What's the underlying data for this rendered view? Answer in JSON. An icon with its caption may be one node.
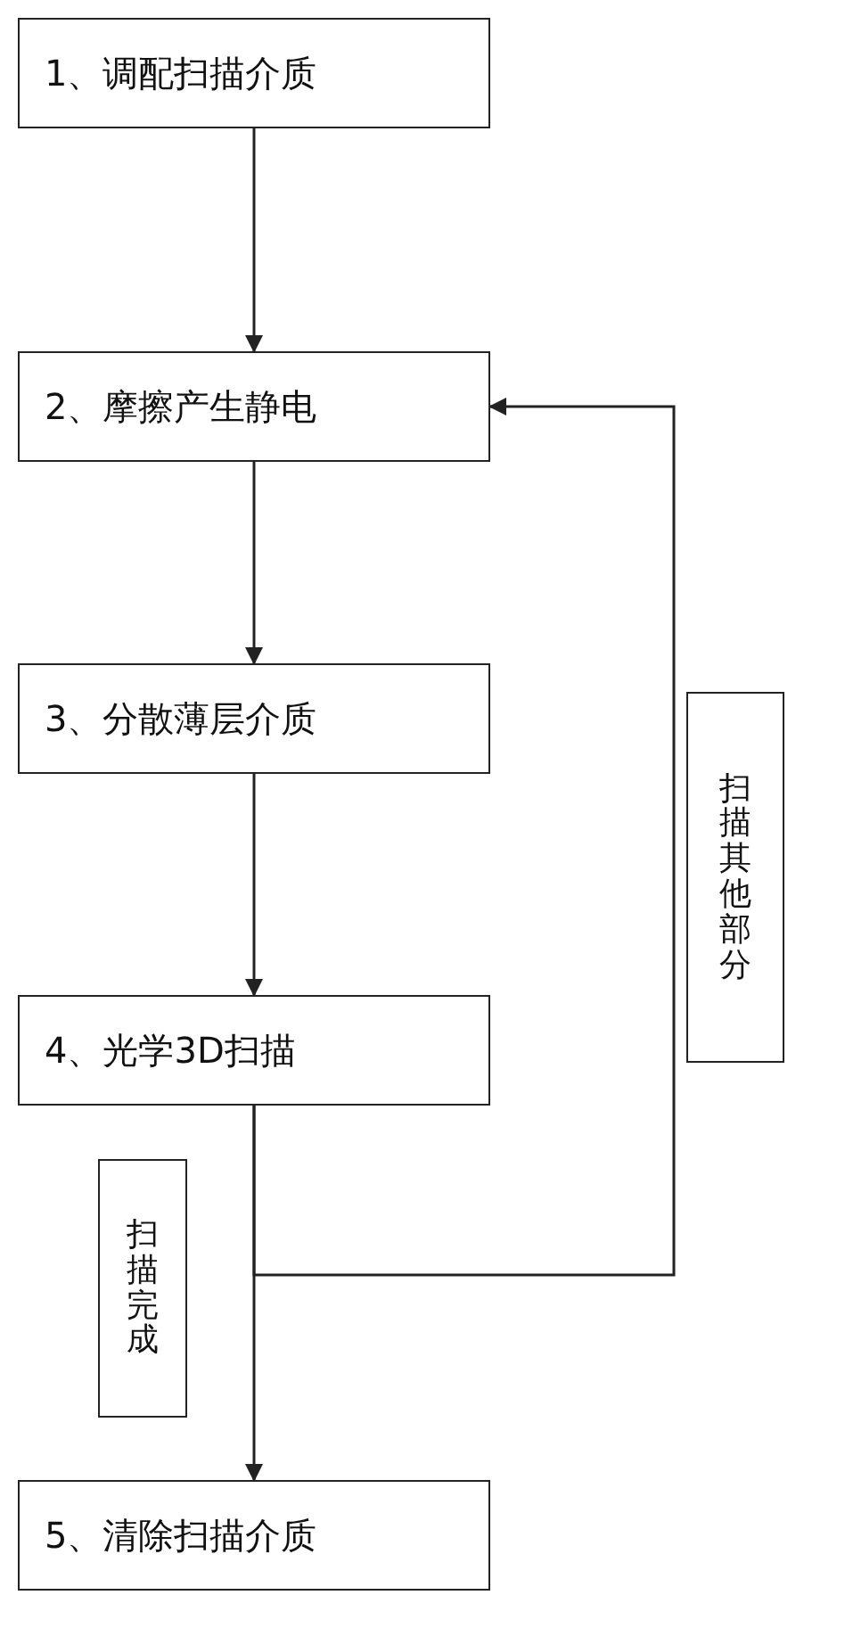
{
  "diagram": {
    "nodes": [
      {
        "text": [
          "1、调配扫描介质"
        ]
      },
      {
        "text": [
          "2、摩擦产生静电"
        ]
      },
      {
        "text": [
          "3、分散薄层介质"
        ]
      },
      {
        "text": [
          "4、光学3D扫描"
        ]
      },
      {
        "text": [
          "5、清除扫描介质"
        ]
      }
    ],
    "edges": [
      {
        "from": 0,
        "to": 1,
        "arrow": "to"
      },
      {
        "from": 1,
        "to": 2,
        "arrow": "to"
      },
      {
        "from": 2,
        "to": 3,
        "arrow": "to"
      },
      {
        "from": 3,
        "to": 4,
        "arrow": "to",
        "label": "扫描完成"
      },
      {
        "from": 3,
        "to": 1,
        "arrow": "to",
        "label": "扫描其他部分"
      }
    ]
  }
}
